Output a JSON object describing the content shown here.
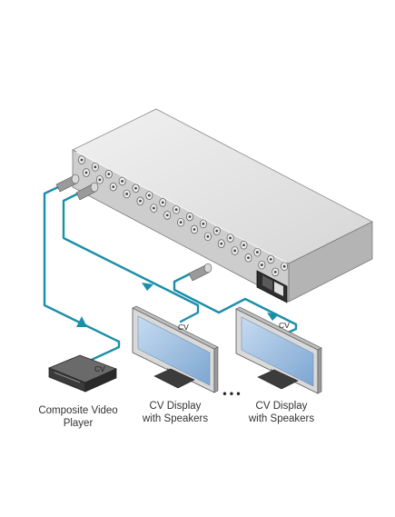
{
  "devices": {
    "player": {
      "label_line1": "Composite Video",
      "label_line2": "Player",
      "port": "CV"
    },
    "display1": {
      "label_line1": "CV Display",
      "label_line2": "with Speakers",
      "port": "CV"
    },
    "display2": {
      "label_line1": "CV Display",
      "label_line2": "with Speakers",
      "port": "CV"
    }
  },
  "ellipsis": "• • •",
  "colors": {
    "cable": "#1b8fa8",
    "chassis_top": "#e6e6e6",
    "chassis_front": "#c9c9c9",
    "screen": "#a8c4e3",
    "bezel": "#d9d9d9"
  },
  "icons": [
    "bnc-connector-icon",
    "power-socket-icon",
    "arrow-icon"
  ]
}
